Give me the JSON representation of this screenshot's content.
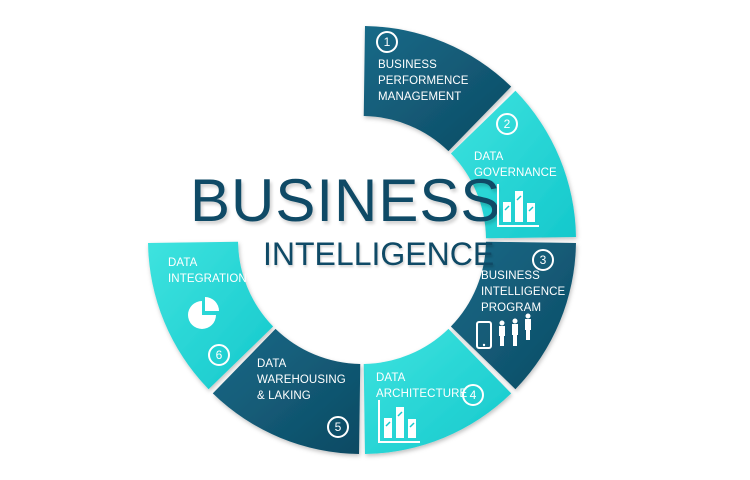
{
  "title": {
    "line1": "BUSINESS",
    "line2": "INTELLIGENCE"
  },
  "colors": {
    "dark": "#0d4a63",
    "dark_light": "#186a88",
    "cyan": "#14c8cc",
    "cyan_light": "#3ee3df",
    "title": "#0f4a66"
  },
  "segments": [
    {
      "number": "1",
      "lines": [
        "BUSINESS",
        "PERFORMENCE",
        "MANAGEMENT"
      ],
      "tone": "dark"
    },
    {
      "number": "2",
      "lines": [
        "DATA",
        "GOVERNANCE"
      ],
      "tone": "cyan",
      "icon": "bar-chart-icon"
    },
    {
      "number": "3",
      "lines": [
        "BUSINESS",
        "INTELLIGENCE",
        "PROGRAM"
      ],
      "tone": "dark",
      "icon": "phone-people-icon"
    },
    {
      "number": "4",
      "lines": [
        "DATA",
        "ARCHITECTURE"
      ],
      "tone": "cyan",
      "icon": "bar-chart-icon"
    },
    {
      "number": "5",
      "lines": [
        "DATA",
        "WAREHOUSING",
        "& LAKING"
      ],
      "tone": "dark"
    },
    {
      "number": "6",
      "lines": [
        "DATA",
        "INTEGRATION"
      ],
      "tone": "cyan",
      "icon": "pie-chart-icon"
    }
  ]
}
